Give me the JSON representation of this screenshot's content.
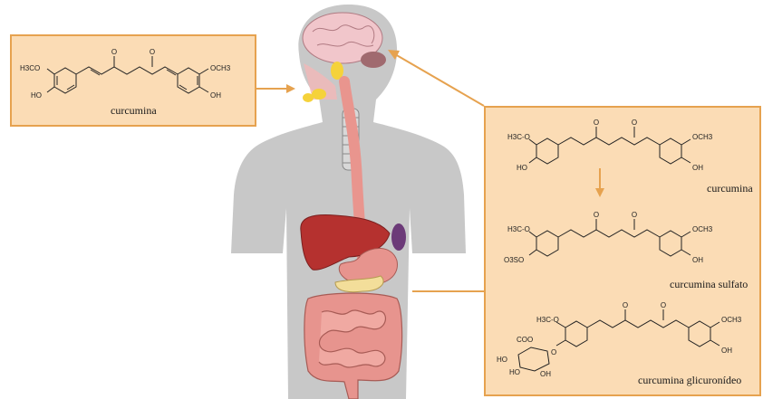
{
  "colors": {
    "panel_fill": "#fbdcb5",
    "panel_border": "#e6a24f",
    "arrow": "#e6a24f",
    "body_silhouette": "#c8c8c8"
  },
  "left_panel": {
    "name": "curcumina",
    "groups": {
      "methoxy": "H3CO",
      "hydroxyl": "HO",
      "methoxy_right": "OCH3",
      "hydroxyl_right": "OH",
      "keto": "O"
    }
  },
  "right_panel": {
    "compounds": [
      {
        "name": "curcumina",
        "methoxy_left": "H3C-O",
        "left_sub": "HO",
        "methoxy_right": "OCH3",
        "right_sub": "OH"
      },
      {
        "name": "curcumina sulfato",
        "methoxy_left": "H3C-O",
        "left_sub": "O3SO",
        "methoxy_right": "OCH3",
        "right_sub": "OH"
      },
      {
        "name": "curcumina glicuronídeo",
        "methoxy_left": "H3C-O",
        "left_sub": "COO",
        "methoxy_right": "OCH3",
        "right_sub": "OH",
        "sugar_groups": [
          "HO",
          "HO",
          "OH",
          "O"
        ]
      }
    ]
  }
}
